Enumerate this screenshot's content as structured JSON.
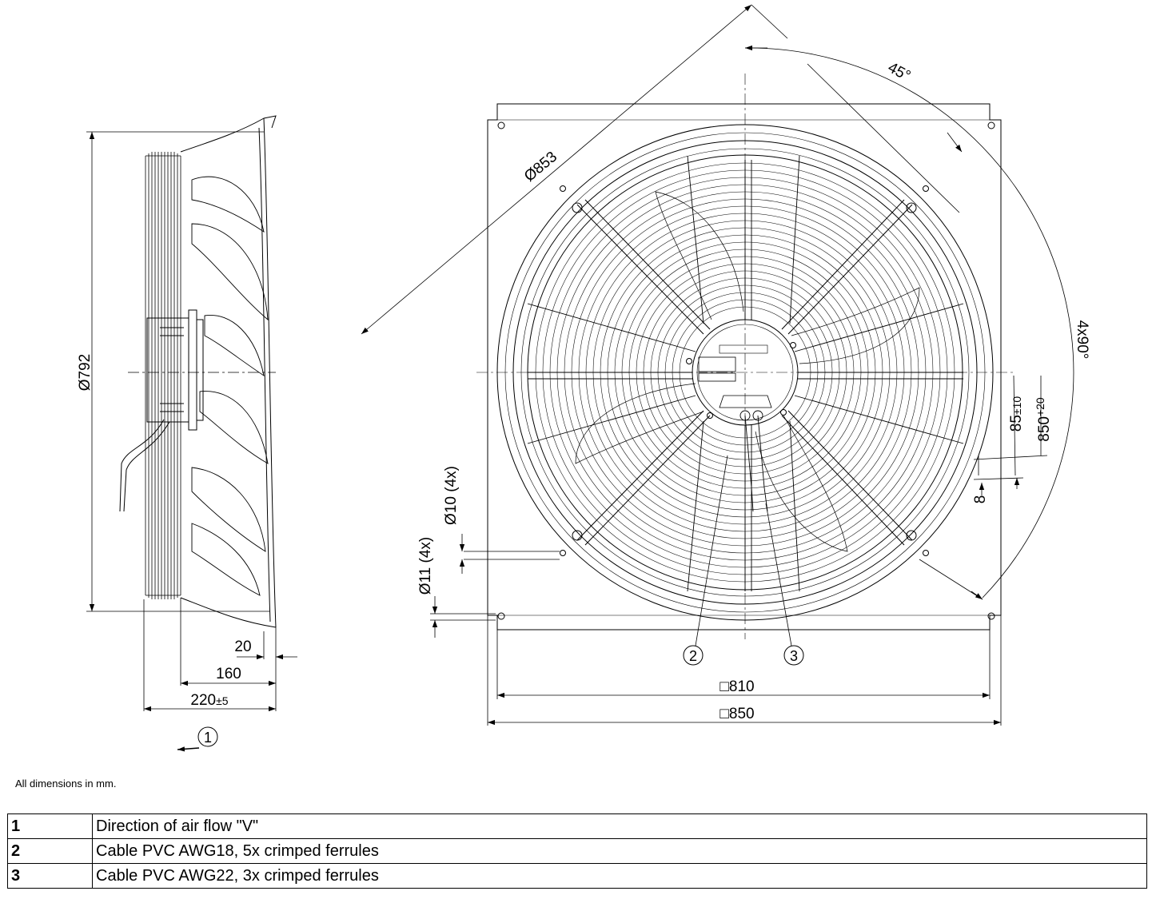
{
  "side_view": {
    "dim_diameter": "Ø792",
    "dim_20": "20",
    "dim_160": "160",
    "dim_220_main": "220",
    "dim_220_tol": "±5",
    "callout_1": "1"
  },
  "front_view": {
    "dim_853": "Ø853",
    "dim_45": "45°",
    "dim_4x90": "4x90°",
    "dim_85_main": "85",
    "dim_85_tol": "±10",
    "dim_850_main": "850",
    "dim_850_tol": "+20",
    "dim_8": "8",
    "dim_10": "Ø10 (4x)",
    "dim_11": "Ø11 (4x)",
    "dim_810": "□810",
    "dim_850_sq": "□850",
    "callout_2": "2",
    "callout_3": "3"
  },
  "note": "All dimensions in mm.",
  "legend": [
    {
      "num": "1",
      "text": "Direction of air flow \"V\""
    },
    {
      "num": "2",
      "text": "Cable PVC AWG18, 5x crimped ferrules"
    },
    {
      "num": "3",
      "text": "Cable PVC AWG22, 3x crimped ferrules"
    }
  ]
}
